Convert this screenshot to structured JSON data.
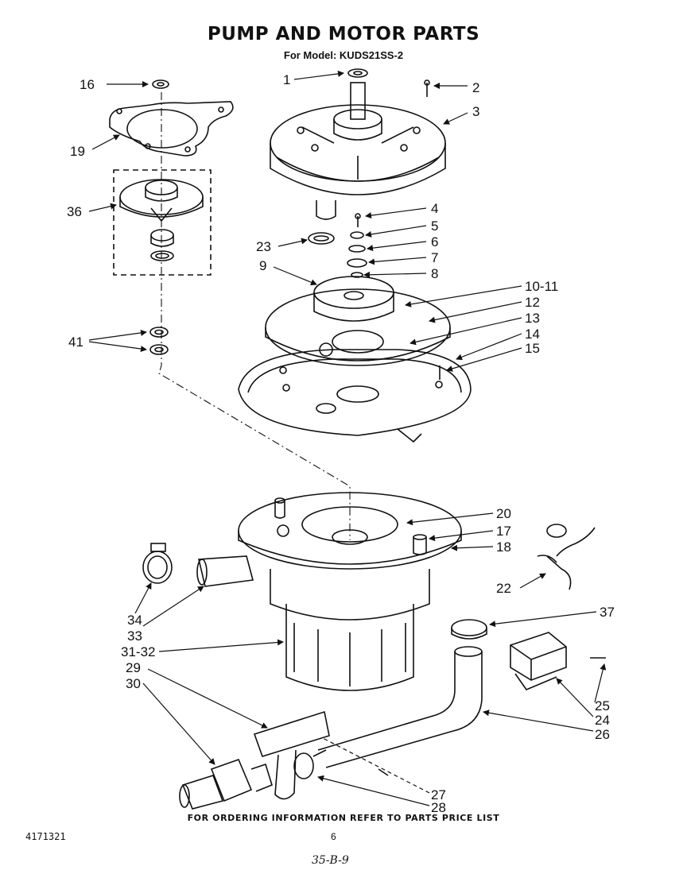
{
  "title": "PUMP AND MOTOR PARTS",
  "subtitle": "For Model: KUDS21SS-2",
  "footer": "FOR ORDERING INFORMATION REFER TO PARTS PRICE LIST",
  "doc_number": "4171321",
  "page_number": "6",
  "handwritten_note": "35-B-9",
  "callouts": {
    "c1": "1",
    "c2": "2",
    "c3": "3",
    "c4": "4",
    "c5": "5",
    "c6": "6",
    "c7": "7",
    "c8": "8",
    "c9": "9",
    "c10_11": "10-11",
    "c12": "12",
    "c13": "13",
    "c14": "14",
    "c15": "15",
    "c16": "16",
    "c17": "17",
    "c18": "18",
    "c19": "19",
    "c20": "20",
    "c22": "22",
    "c23": "23",
    "c24": "24",
    "c25": "25",
    "c26": "26",
    "c27": "27",
    "c28": "28",
    "c29": "29",
    "c30": "30",
    "c31_32": "31-32",
    "c33": "33",
    "c34": "34",
    "c36": "36",
    "c37": "37",
    "c41": "41"
  }
}
